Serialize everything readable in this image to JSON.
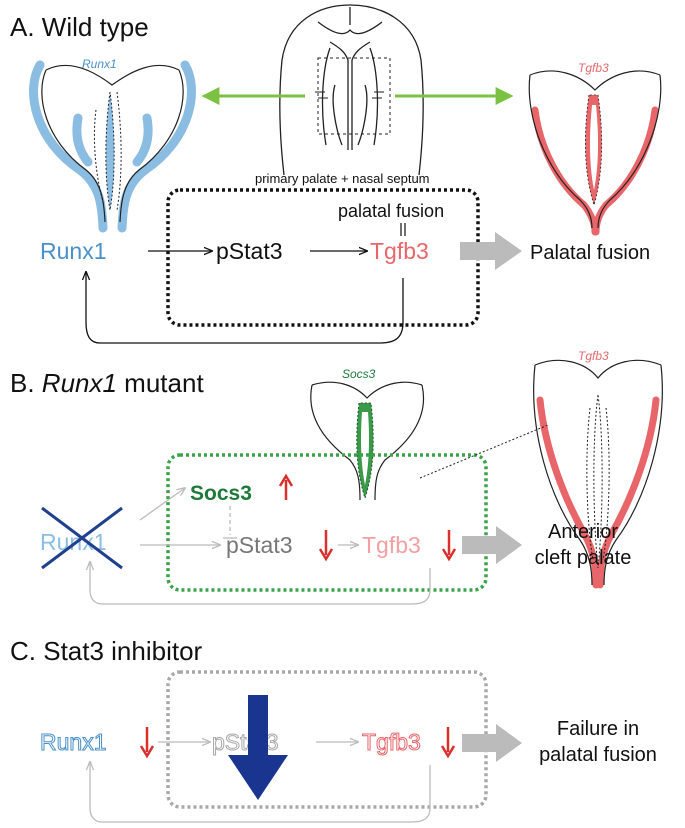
{
  "panel_a": {
    "title": "A. Wild type",
    "runx1_label": "Runx1",
    "tgfb3_label": "Tgfb3",
    "box_label": "primary palate + nasal septum",
    "fusion_label": "palatal fusion",
    "runx1": "Runx1",
    "pstat3": "pStat3",
    "tgfb3": "Tgfb3",
    "outcome": "Palatal fusion"
  },
  "panel_b": {
    "title_prefix": "B. ",
    "title_italic": "Runx1",
    "title_suffix": " mutant",
    "socs3_label": "Socs3",
    "tgfb3_label": "Tgfb3",
    "socs3": "Socs3",
    "runx1": "Runx1",
    "pstat3": "pStat3",
    "tgfb3": "Tgfb3",
    "outcome_line1": "Anterior",
    "outcome_line2": "cleft palate"
  },
  "panel_c": {
    "title": "C. Stat3 inhibitor",
    "runx1": "Runx1",
    "pstat3": "pStat3",
    "tgfb3": "Tgfb3",
    "outcome_line1": "Failure in",
    "outcome_line2": "palatal fusion"
  },
  "colors": {
    "runx1_blue": "#4a90c8",
    "runx1_light": "#8bbde3",
    "tgfb3_red": "#e8666a",
    "tgfb3_light": "#f0a0a2",
    "socs3_green": "#1e7a3a",
    "green_arrow": "#7cc242",
    "gray": "#b8b8b8",
    "dark_gray": "#777777",
    "cross_blue": "#1f3f8f",
    "down_red": "#d9302c",
    "inhibitor_blue": "#1a3590"
  }
}
